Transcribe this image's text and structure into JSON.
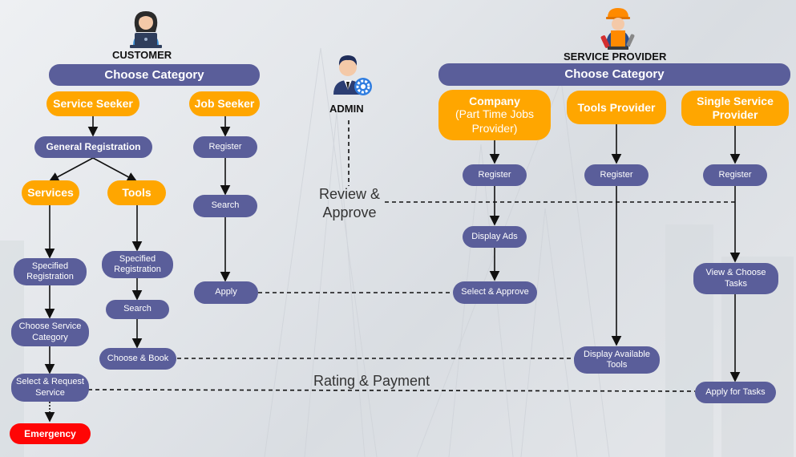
{
  "customer": {
    "title": "CUSTOMER",
    "choose_category": "Choose Category",
    "service_seeker": "Service Seeker",
    "job_seeker": "Job Seeker",
    "general_registration": "General Registration",
    "services": "Services",
    "tools": "Tools",
    "specified_registration": "Specified Registration",
    "choose_service_category": "Choose Service Category",
    "select_request_service": "Select & Request Service",
    "emergency": "Emergency",
    "search": "Search",
    "choose_book": "Choose & Book",
    "register": "Register",
    "apply": "Apply"
  },
  "admin": {
    "title": "ADMIN",
    "review_approve": "Review & Approve",
    "rating_payment": "Rating & Payment"
  },
  "provider": {
    "title": "SERVICE PROVIDER",
    "choose_category": "Choose Category",
    "company": "Company",
    "company_sub": "(Part Time Jobs Provider)",
    "tools_provider": "Tools Provider",
    "single_service_provider": "Single Service Provider",
    "register": "Register",
    "display_ads": "Display Ads",
    "select_approve": "Select & Approve",
    "display_available_tools": "Display Available Tools",
    "view_choose_tasks": "View & Choose Tasks",
    "apply_for_tasks": "Apply for Tasks"
  },
  "icons": {
    "customer": "woman-with-laptop-icon",
    "admin": "admin-gear-icon",
    "provider": "worker-with-tools-icon"
  },
  "colors": {
    "node": "#5a5e9a",
    "category": "#ffa600",
    "emergency": "#ff0505"
  }
}
